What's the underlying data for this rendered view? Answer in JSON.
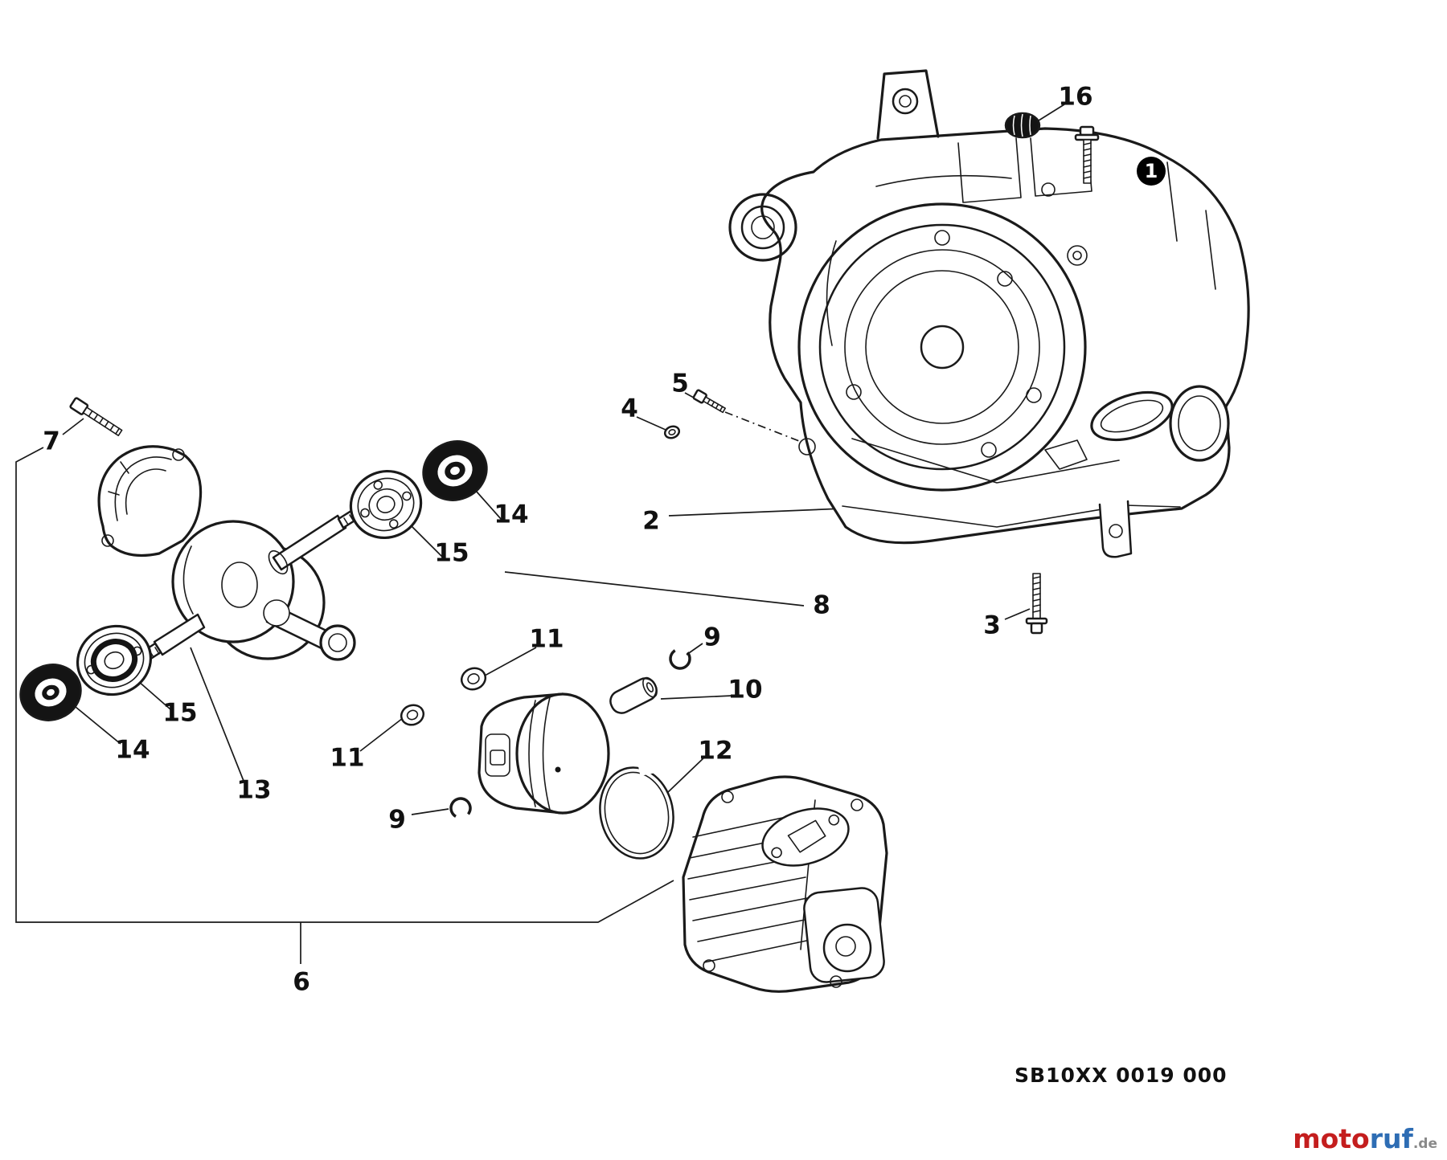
{
  "diagram_code": "SB10XX 0019 000",
  "watermark": {
    "moto": "moto",
    "ruf": "ruf",
    "tld": ".de"
  },
  "callouts": {
    "n1": "1",
    "n2": "2",
    "n3": "3",
    "n4": "4",
    "n5": "5",
    "n6": "6",
    "n7": "7",
    "n8": "8",
    "n9a": "9",
    "n9b": "9",
    "n10": "10",
    "n11a": "11",
    "n11b": "11",
    "n12": "12",
    "n13": "13",
    "n14a": "14",
    "n14b": "14",
    "n15a": "15",
    "n15b": "15",
    "n16": "16"
  },
  "colors": {
    "line": "#1a1a1a",
    "badge_bg": "#000000",
    "badge_text": "#ffffff",
    "watermark_red": "#c41e1e",
    "watermark_blue": "#2e6db4",
    "watermark_gray": "#8a8a8a"
  }
}
